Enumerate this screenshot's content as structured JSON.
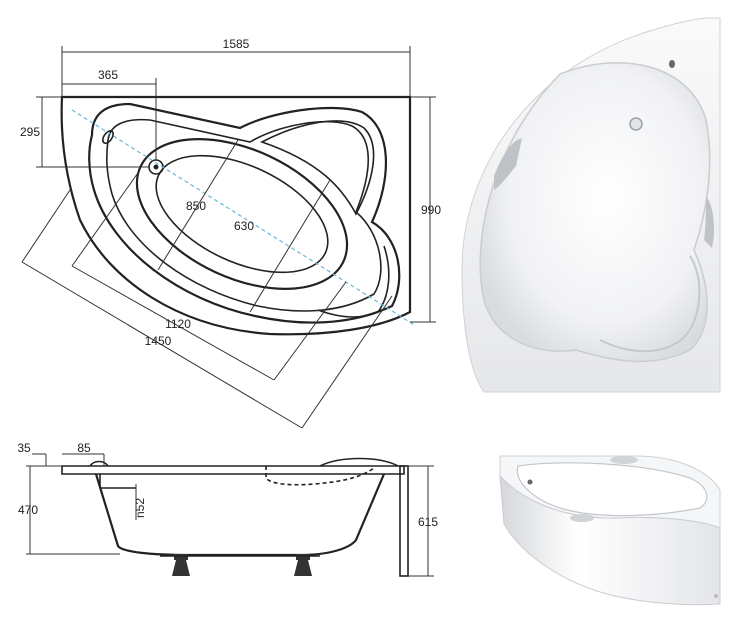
{
  "top_view": {
    "dims": {
      "total_width": "1585",
      "drain_offset": "365",
      "rim_depth": "295",
      "total_depth": "990",
      "inner_length": "850",
      "inner_width": "630",
      "front_span_inner": "1120",
      "front_span_outer": "1450"
    }
  },
  "side_view": {
    "dims": {
      "rim_thickness": "35",
      "rim_offset": "85",
      "inner_height": "470",
      "drain_diameter": "n52",
      "total_height": "615"
    }
  },
  "photos": {
    "top_photo": "corner-bathtub-top-view",
    "angled_photo": "corner-bathtub-angled-view"
  }
}
